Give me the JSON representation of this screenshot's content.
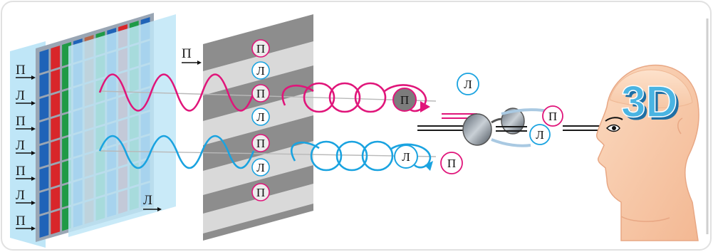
{
  "labels": {
    "P": "П",
    "L": "Л",
    "three_d": "3D"
  },
  "left_column_labels": [
    "П",
    "Л",
    "П",
    "Л",
    "П",
    "Л",
    "П"
  ],
  "polarizer_circle_labels": [
    "П",
    "Л",
    "П",
    "Л",
    "П",
    "Л",
    "П"
  ],
  "colors": {
    "pink": "#e0157a",
    "blue": "#1aa3e0",
    "grid_frame": "#9aa6b4",
    "pixel_red": "#d8262a",
    "pixel_green": "#1f9a46",
    "pixel_blue": "#1f63b8",
    "pixel_brown": "#b5654a",
    "filter_pane": "#bfe6f7",
    "polarizer_gray": "#8d8d8d",
    "polarizer_light": "#d9d9d9",
    "skin": "#f7c9a8",
    "text_3d": "#4ab4e2"
  }
}
